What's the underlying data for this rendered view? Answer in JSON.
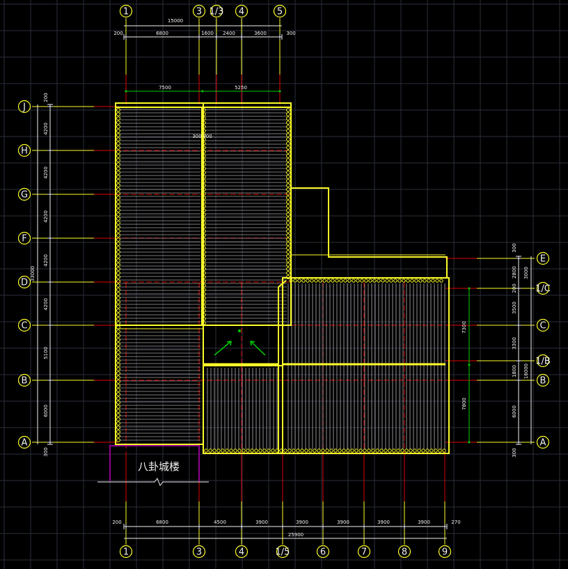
{
  "colors": {
    "background": "#000000",
    "grid": "#2b2f3c",
    "outline": "#ffff2a",
    "axis": "#e00000",
    "green": "#00d000",
    "magenta": "#c000c0",
    "white": "#f2f2f2"
  },
  "top_axes": [
    "1",
    "3",
    "1/3",
    "4",
    "5"
  ],
  "top_dims": {
    "overall": "15000",
    "parts": [
      "200",
      "6800",
      "1600",
      "2400",
      "3600",
      "300"
    ]
  },
  "top_green_dims": [
    "7500",
    "5250"
  ],
  "center_small_labels": [
    "300",
    "300"
  ],
  "bottom_axes": [
    "1",
    "3",
    "4",
    "1/5",
    "6",
    "7",
    "8",
    "9"
  ],
  "bottom_dims": {
    "overall": "25900",
    "parts": [
      "200",
      "6800",
      "4500",
      "3900",
      "3900",
      "3900",
      "3900",
      "3900",
      "270"
    ]
  },
  "left_axes": [
    "J",
    "H",
    "G",
    "F",
    "D",
    "C",
    "B",
    "A"
  ],
  "left_dims": {
    "overall": "33000",
    "parts": [
      "200",
      "4200",
      "4200",
      "4200",
      "4200",
      "4200",
      "5100",
      "6000",
      "300"
    ]
  },
  "right_axes": [
    "E",
    "1/C",
    "C",
    "1/B",
    "B",
    "A"
  ],
  "right_dims": {
    "inner": [
      "300",
      "2800",
      "200",
      "3500",
      "3300",
      "1800",
      "6000",
      "300"
    ],
    "outer": [
      "3000",
      "16000"
    ]
  },
  "right_green_dims": [
    "7300",
    "7800"
  ],
  "room_label": "八卦城楼"
}
